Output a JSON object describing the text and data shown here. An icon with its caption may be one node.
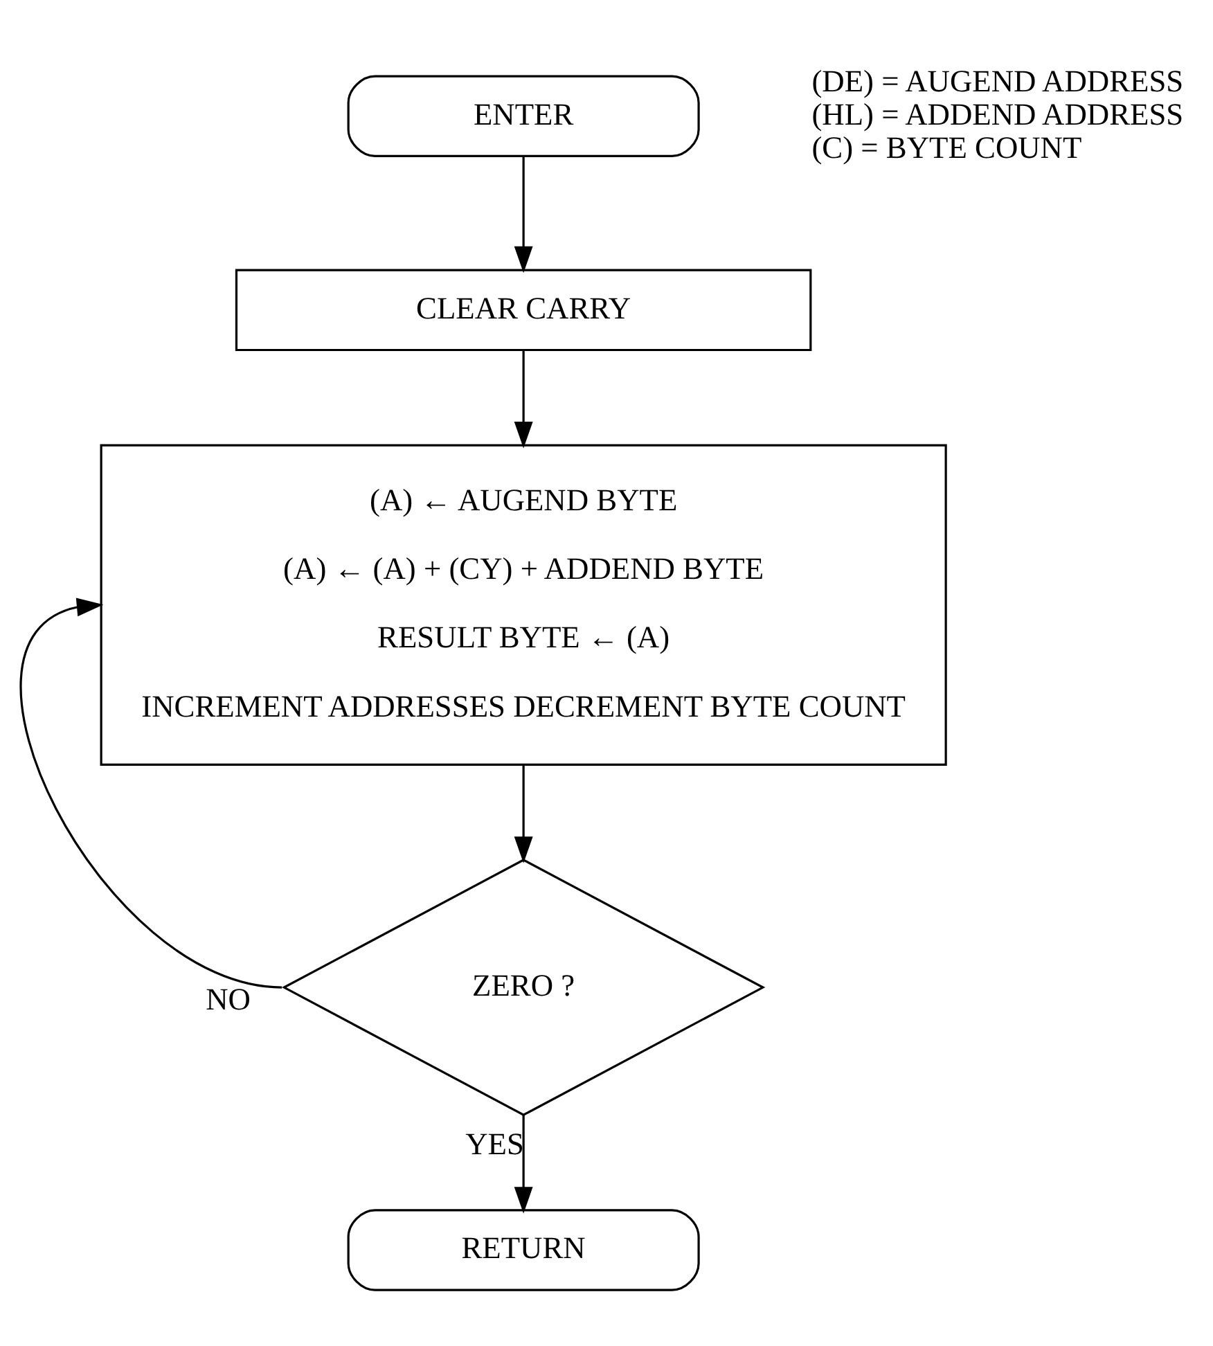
{
  "diagram": {
    "nodes": [
      {
        "text": [
          "ENTER"
        ]
      },
      {
        "text": [
          "CLEAR CARRY"
        ]
      },
      {
        "text": [
          "(A) ← AUGEND BYTE",
          "(A) ← (A) + (CY) + ADDEND BYTE",
          "RESULT BYTE ← (A)",
          "INCREMENT ADDRESSES DECREMENT BYTE COUNT"
        ]
      },
      {
        "text": [
          "ZERO ?"
        ]
      },
      {
        "text": [
          "RETURN"
        ]
      }
    ],
    "edges": [
      {
        "from": 0,
        "to": 1,
        "arrow": "to"
      },
      {
        "from": 1,
        "to": 2,
        "arrow": "to"
      },
      {
        "from": 2,
        "to": 3,
        "arrow": "to"
      },
      {
        "from": 3,
        "to": 2,
        "arrow": "to",
        "label": "NO"
      },
      {
        "from": 3,
        "to": 4,
        "arrow": "to",
        "label": "YES"
      }
    ],
    "labels": [
      "(DE) = AUGEND ADDRESS",
      "(HL) = ADDEND ADDRESS",
      "(C) = BYTE COUNT"
    ]
  }
}
